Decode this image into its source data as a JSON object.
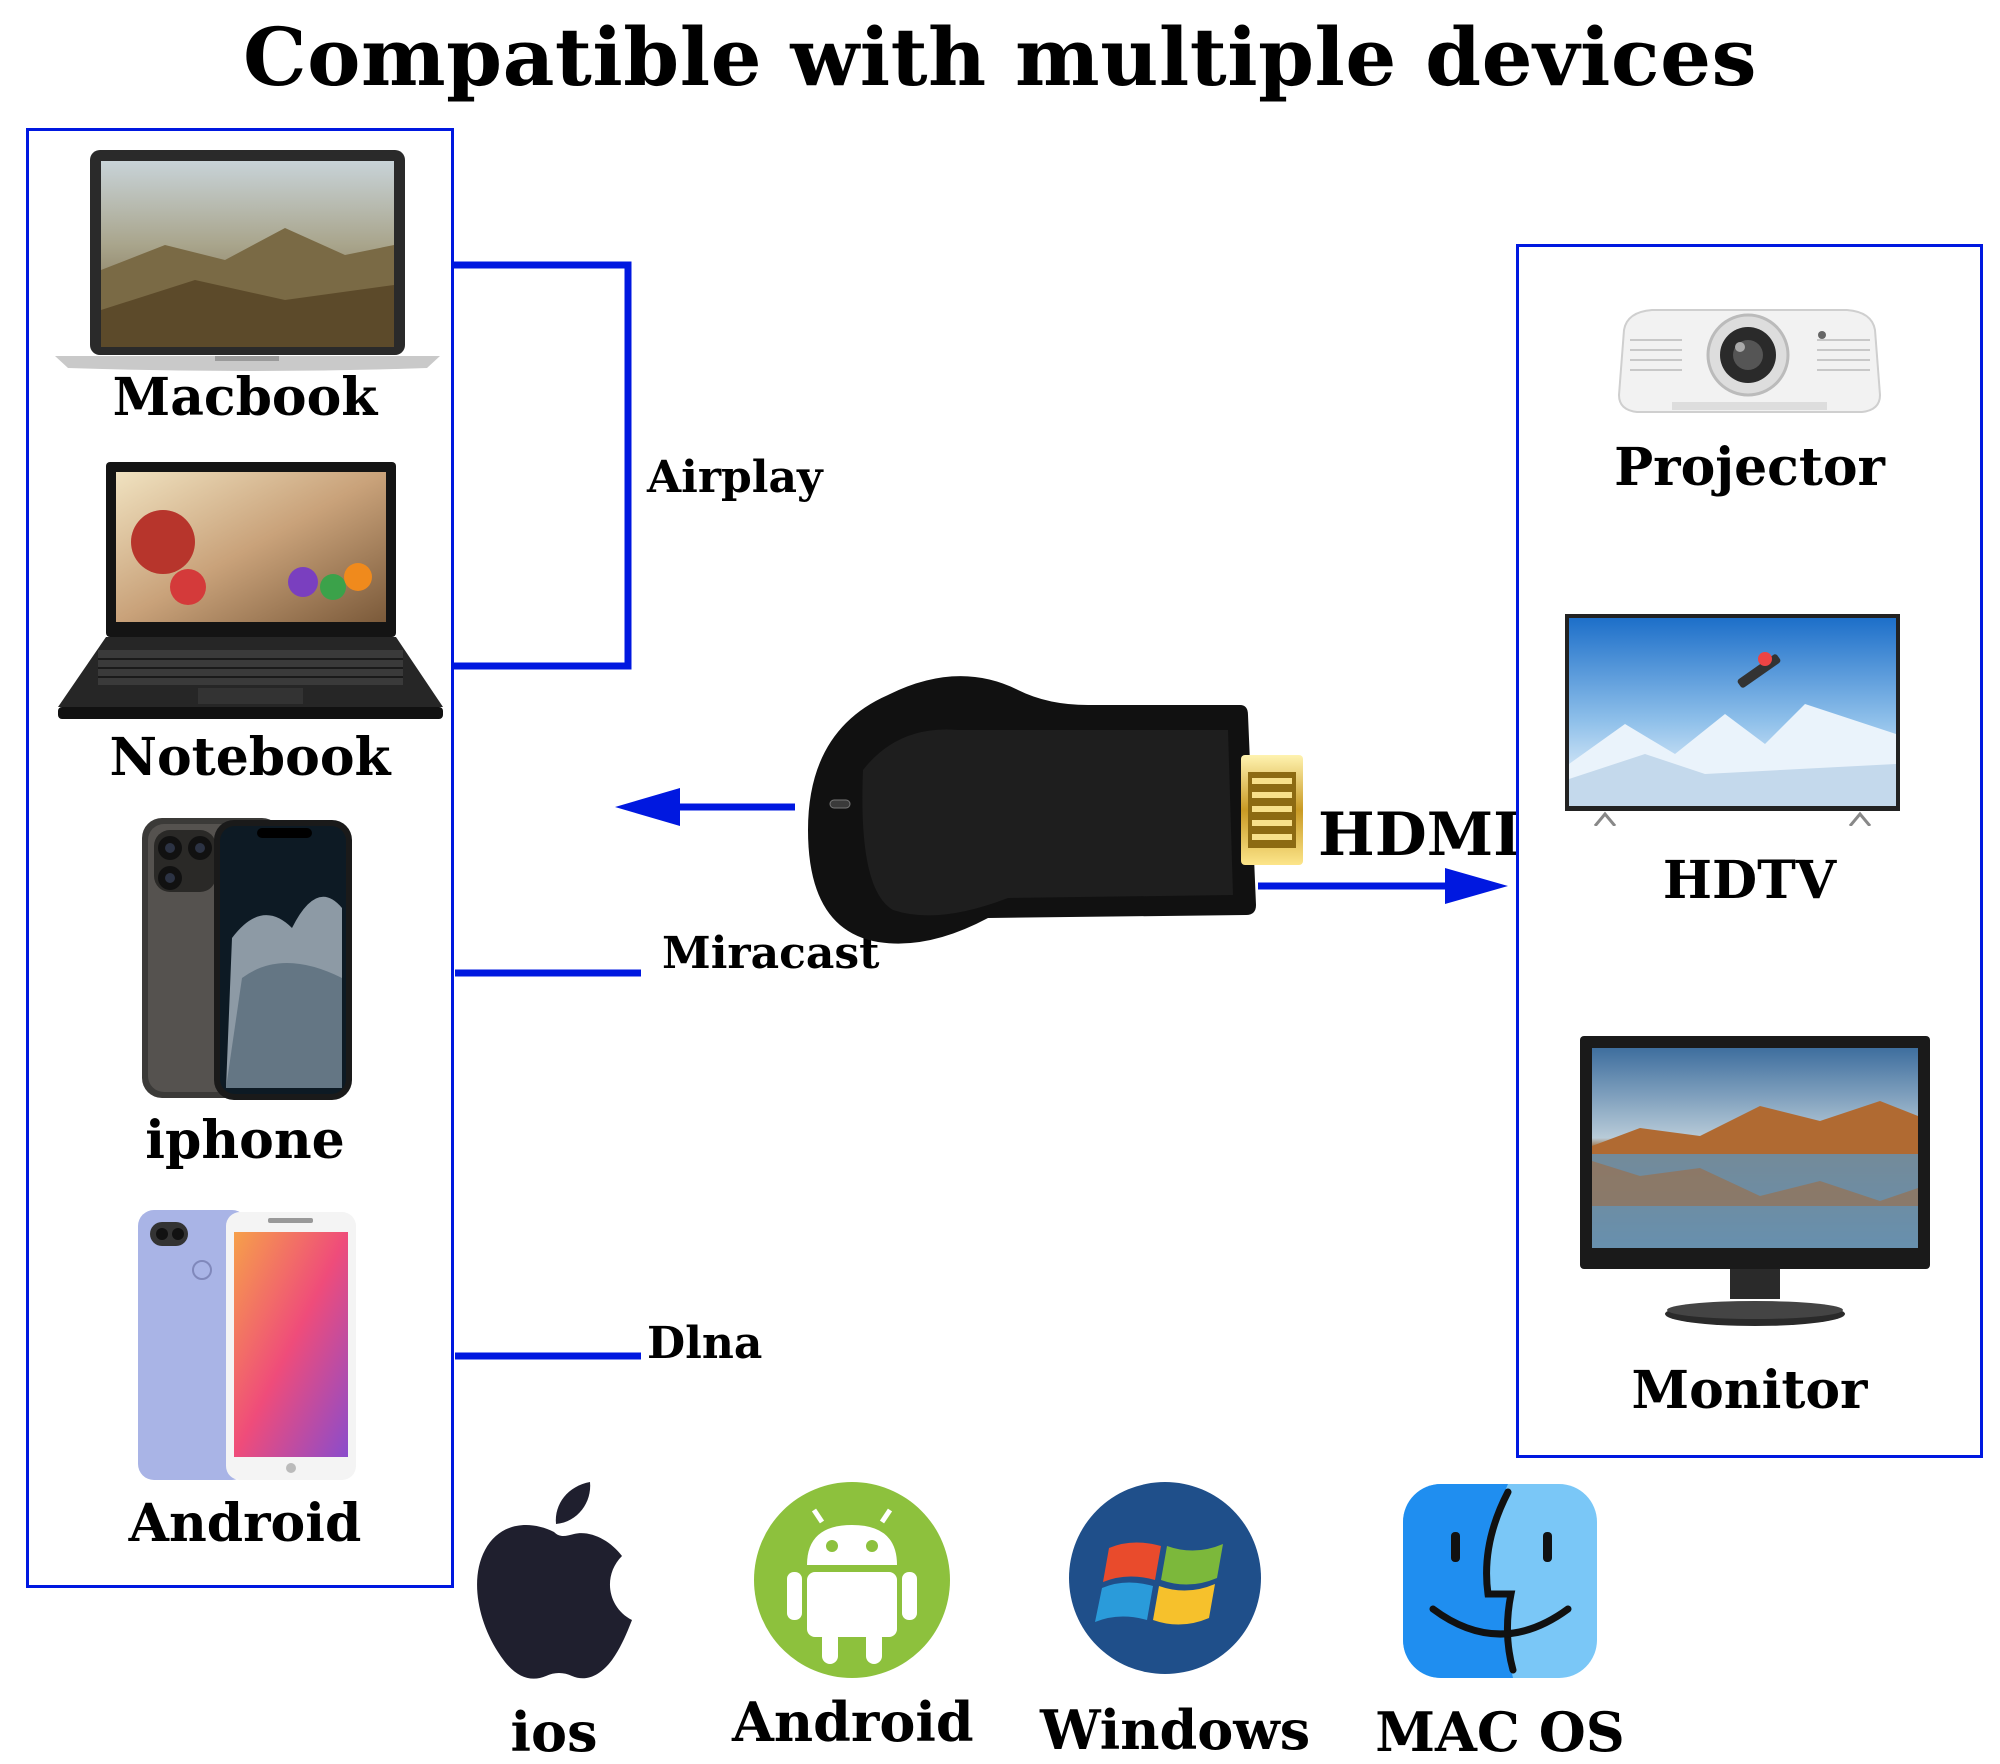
{
  "title": "Compatible with multiple devices",
  "colors": {
    "line": "#0018e0",
    "text": "#000000"
  },
  "source_devices": [
    {
      "label": "Macbook",
      "icon": "macbook-icon"
    },
    {
      "label": "Notebook",
      "icon": "notebook-icon"
    },
    {
      "label": "iphone",
      "icon": "iphone-icon"
    },
    {
      "label": "Android",
      "icon": "android-phone-icon"
    }
  ],
  "protocols": {
    "airplay": "Airplay",
    "miracast": "Miracast",
    "dlna": "Dlna"
  },
  "connection": {
    "hdmi": "HDMI"
  },
  "display_devices": [
    {
      "label": "Projector",
      "icon": "projector-icon"
    },
    {
      "label": "HDTV",
      "icon": "hdtv-icon"
    },
    {
      "label": "Monitor",
      "icon": "monitor-icon"
    }
  ],
  "os": [
    {
      "label": "ios",
      "icon": "apple-icon"
    },
    {
      "label": "Android",
      "icon": "android-robot-icon"
    },
    {
      "label": "Windows",
      "icon": "windows-icon"
    },
    {
      "label": "MAC OS",
      "icon": "finder-icon"
    }
  ]
}
